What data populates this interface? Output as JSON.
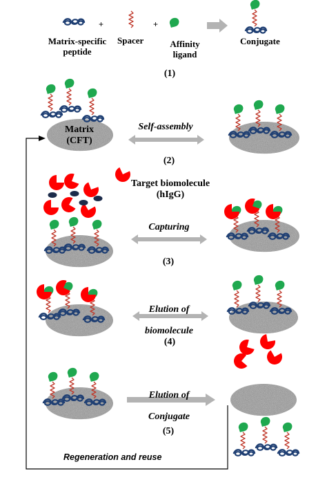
{
  "legend": {
    "peptide": "Matrix-specific\npeptide",
    "plus": "+",
    "spacer": "Spacer",
    "ligand": "Affinity\nligand",
    "conjugate": "Conjugate"
  },
  "matrix_label": "Matrix\n(CFT)",
  "target_label": "Target biomolecule\n(hIgG)",
  "steps": [
    {
      "number": "(1)",
      "label": ""
    },
    {
      "number": "(2)",
      "label": "Self-assembly"
    },
    {
      "number": "(3)",
      "label": "Capturing"
    },
    {
      "number": "(4)",
      "label": "Elution of\nbiomolecule"
    },
    {
      "number": "(5)",
      "label": "Elution of\nConjugate"
    }
  ],
  "regeneration_label": "Regeneration and reuse",
  "colors": {
    "peptide": "#1f3f73",
    "spacer": "#c0392b",
    "ligand": "#1fa84f",
    "target": "#ff0000",
    "impurity": "#1c2b4a",
    "arrow": "#b3b3b3",
    "matrix": "#8c8c8c"
  }
}
